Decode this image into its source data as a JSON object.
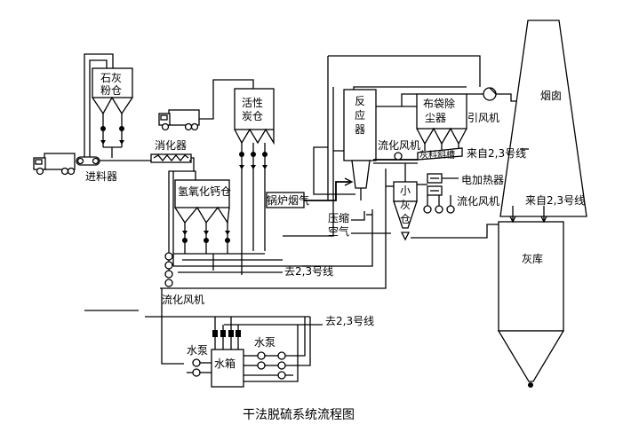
{
  "labels": {
    "lime_silo": [
      "石灰",
      "粉仓"
    ],
    "feeder": "进料器",
    "slaker": "消化器",
    "activated_carbon_silo": [
      "活性",
      "炭仓"
    ],
    "calcium_hydroxide_silo": "氢氧化钙仓",
    "boiler_flue_gas": "锅炉烟气",
    "reactor": [
      "反",
      "应",
      "器"
    ],
    "baghouse": [
      "布袋除",
      "尘器"
    ],
    "id_fan": "引风机",
    "chimney": "烟囱",
    "from_lines_top": "来自2,3号线",
    "ash_conveyor": "灰料斜槽",
    "fluidizing_fan_top": "流化风机",
    "electric_heater": "电加热器",
    "fluidizing_fan_right": "流化风机",
    "from_lines_right": "来自2,3号线",
    "small_ash_silo": [
      "小",
      "灰",
      "仓"
    ],
    "compressed_air": [
      "压缩",
      "空气"
    ],
    "ash_storage": "灰库",
    "to_lines_1": "去2,3号线",
    "fluidizing_fan_left": "流化风机",
    "to_lines_2": "去2,3号线",
    "water_pump_left": "水泵",
    "water_tank": "水箱",
    "water_pump_right": "水泵"
  },
  "caption": "干法脱硫系统流程图"
}
